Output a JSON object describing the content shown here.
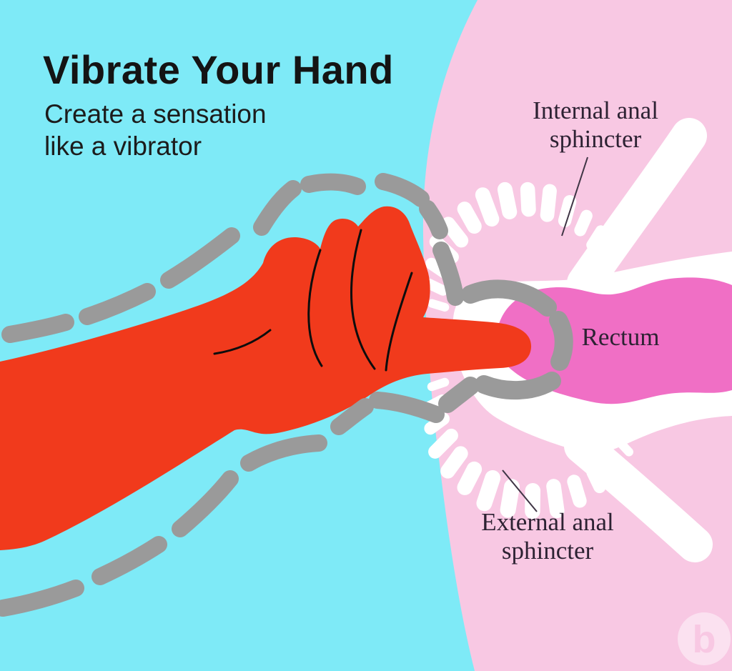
{
  "header": {
    "title": "Vibrate Your Hand",
    "subtitle_line1": "Create a sensation",
    "subtitle_line2": "like a vibrator"
  },
  "diagram_labels": {
    "internal_sphincter_line1": "Internal anal",
    "internal_sphincter_line2": "sphincter",
    "rectum": "Rectum",
    "external_sphincter_line1": "External anal",
    "external_sphincter_line2": "sphincter"
  },
  "watermark": {
    "letter": "b"
  },
  "colors": {
    "background": "#7EEAF7",
    "body_pink": "#F8C8E3",
    "rectum_pink": "#F06FC5",
    "hand_red": "#F13A1C",
    "vibration_gray": "#9A9A9A",
    "muscle_white": "#FFFFFF",
    "outline_black": "#0D0D0D",
    "label_text": "#2D2233",
    "pointer_line": "#3F3545",
    "title_text": "#141414",
    "subtitle_text": "#1C1C1C"
  }
}
